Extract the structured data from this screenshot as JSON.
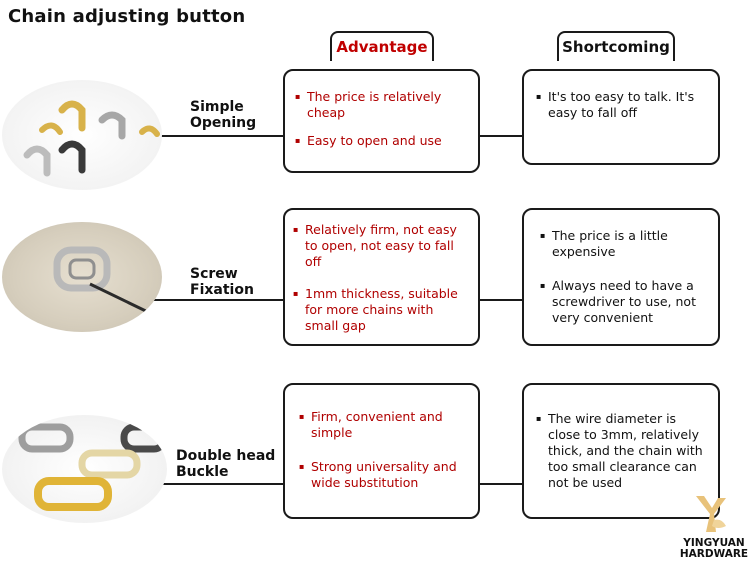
{
  "title": "Chain adjusting button",
  "columns": {
    "advantage": "Advantage",
    "shortcoming": "Shortcoming"
  },
  "rows": [
    {
      "label_line1": "Simple",
      "label_line2": "Opening",
      "advantages": [
        "The price is relatively cheap",
        "Easy to open and use"
      ],
      "shortcomings": [
        "It's too easy to talk. It's easy to fall off"
      ]
    },
    {
      "label_line1": "Screw",
      "label_line2": "Fixation",
      "advantages": [
        "Relatively firm, not easy to open, not easy to fall off",
        "1mm thickness, suitable for more chains with small gap"
      ],
      "shortcomings": [
        "The price is a little expensive",
        "Always need to have a screwdriver to use, not very convenient"
      ]
    },
    {
      "label_line1": "Double head",
      "label_line2": "Buckle",
      "advantages": [
        "Firm, convenient and simple",
        "Strong universality and wide substitution"
      ],
      "shortcomings": [
        "The wire diameter is close to 3mm, relatively thick, and the chain with too small clearance can not be used"
      ]
    }
  ],
  "logo": {
    "line1": "YINGYUAN",
    "line2": "HARDWARE"
  },
  "colors": {
    "accent_red": "#c00000",
    "logo_gold": "#e8c27a",
    "border": "#1a1a1a"
  }
}
